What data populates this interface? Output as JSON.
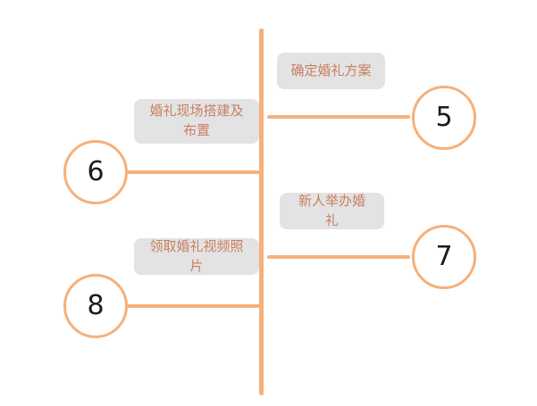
{
  "diagram": {
    "type": "vertical-timeline",
    "orientation": "vertical",
    "accent_color": "#F6B079",
    "label_background_color": "#E3E3E3",
    "label_text_color": "#C97F62",
    "number_text_color": "#1B1B1B",
    "background_color": "#FFFFFF",
    "spine": {
      "name": "timeline-axis"
    },
    "steps": [
      {
        "number": "5",
        "label": "确定婚礼方案",
        "side": "right",
        "label_side": "right"
      },
      {
        "number": "6",
        "label": "婚礼现场搭建及\n布置",
        "side": "left",
        "label_side": "left"
      },
      {
        "number": "7",
        "label": "新人举办婚礼",
        "side": "right",
        "label_side": "right"
      },
      {
        "number": "8",
        "label": "领取婚礼视频照片",
        "side": "left",
        "label_side": "left"
      }
    ]
  }
}
